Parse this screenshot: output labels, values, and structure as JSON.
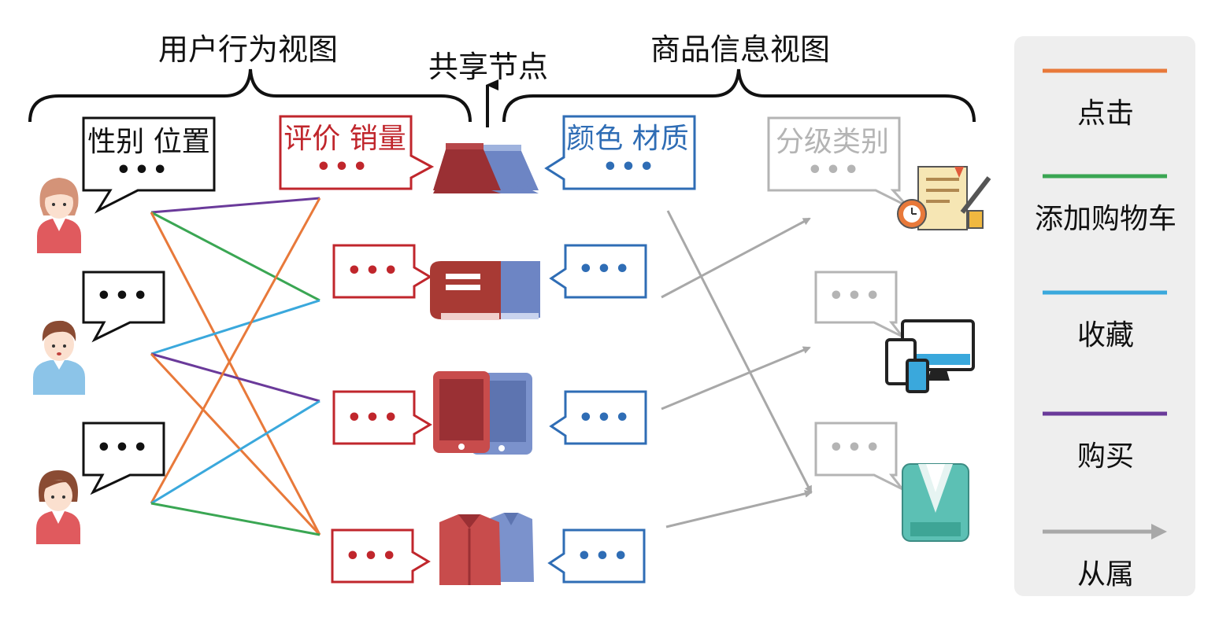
{
  "headers": {
    "user_view": "用户行为视图",
    "shared_nodes": "共享节点",
    "item_view": "商品信息视图"
  },
  "bubbles": {
    "user_attrs": "性别 位置",
    "item_stats": "评价 销量",
    "item_attrs": "颜色 材质",
    "category": "分级类别",
    "ellipsis": "•••"
  },
  "legend": {
    "items": [
      {
        "label": "点击",
        "color": "#e8793a"
      },
      {
        "label": "添加购物车",
        "color": "#3aa653"
      },
      {
        "label": "收藏",
        "color": "#3aa8dc"
      },
      {
        "label": "购买",
        "color": "#6a3a9a"
      },
      {
        "label": "从属",
        "color": "#a8a8a8"
      }
    ]
  },
  "colors": {
    "user_box": "#111111",
    "item_red": "#c0262c",
    "item_blue": "#2f6db5",
    "category_gray": "#b4b4b4",
    "legend_bg": "#eeeeee"
  },
  "icons": {
    "users": [
      "user-woman-icon",
      "user-man-icon",
      "user-woman-icon"
    ],
    "items": [
      "skirt-icon",
      "book-icon",
      "tablet-icon",
      "shirt-icon"
    ],
    "categories": [
      "stationery-icon",
      "devices-icon",
      "clothing-icon"
    ]
  },
  "behavior_edges": [
    {
      "user": 0,
      "item": 0,
      "type": "购买"
    },
    {
      "user": 0,
      "item": 1,
      "type": "添加购物车"
    },
    {
      "user": 0,
      "item": 3,
      "type": "点击"
    },
    {
      "user": 1,
      "item": 1,
      "type": "收藏"
    },
    {
      "user": 1,
      "item": 2,
      "type": "购买"
    },
    {
      "user": 1,
      "item": 3,
      "type": "点击"
    },
    {
      "user": 2,
      "item": 0,
      "type": "点击"
    },
    {
      "user": 2,
      "item": 2,
      "type": "收藏"
    },
    {
      "user": 2,
      "item": 3,
      "type": "添加购物车"
    }
  ],
  "belongs_edges": [
    {
      "item": 0,
      "category": 2
    },
    {
      "item": 1,
      "category": 0
    },
    {
      "item": 2,
      "category": 1
    },
    {
      "item": 3,
      "category": 2
    }
  ]
}
